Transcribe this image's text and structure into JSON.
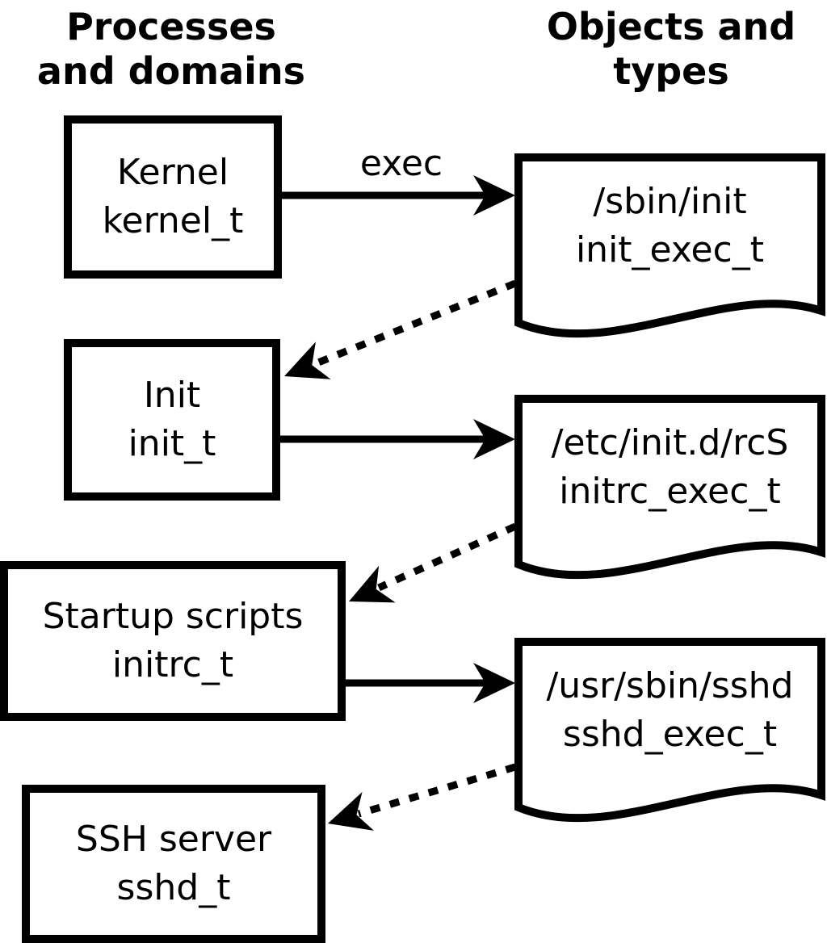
{
  "column_headers": {
    "left": "Processes\nand domains",
    "right": "Objects and\ntypes"
  },
  "nodes": {
    "processes": [
      {
        "name": "Kernel",
        "type": "kernel_t"
      },
      {
        "name": "Init",
        "type": "init_t"
      },
      {
        "name": "Startup scripts",
        "type": "initrc_t"
      },
      {
        "name": "SSH server",
        "type": "sshd_t"
      }
    ],
    "objects": [
      {
        "path": "/sbin/init",
        "type": "init_exec_t"
      },
      {
        "path": "/etc/init.d/rcS",
        "type": "initrc_exec_t"
      },
      {
        "path": "/usr/sbin/sshd",
        "type": "sshd_exec_t"
      }
    ]
  },
  "edges": {
    "exec_label": "exec",
    "solid": [
      {
        "from": "kernel_t",
        "to": "init_exec_t"
      },
      {
        "from": "init_t",
        "to": "initrc_exec_t"
      },
      {
        "from": "initrc_t",
        "to": "sshd_exec_t"
      }
    ],
    "dotted": [
      {
        "from": "init_exec_t",
        "to": "init_t"
      },
      {
        "from": "initrc_exec_t",
        "to": "initrc_t"
      },
      {
        "from": "sshd_exec_t",
        "to": "sshd_t"
      }
    ]
  },
  "colors": {
    "foreground": "#000000",
    "background": "#ffffff"
  }
}
